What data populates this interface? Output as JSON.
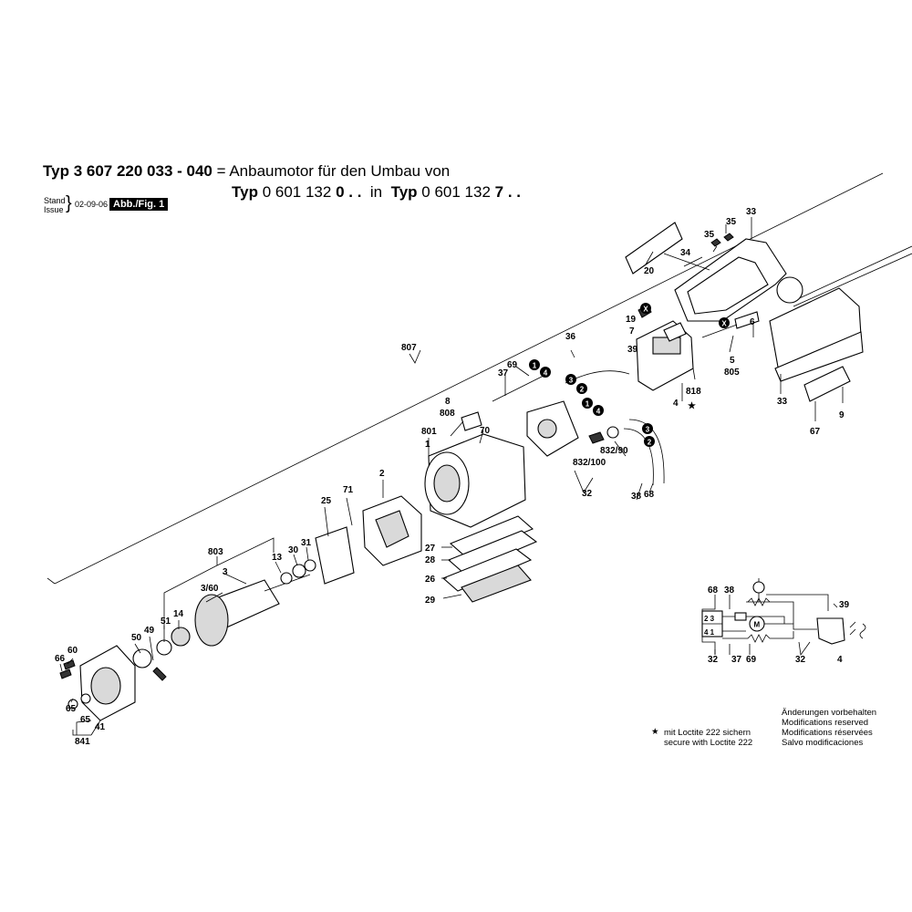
{
  "header": {
    "line1_prefix": "Typ",
    "line1_number": "3 607 220 033 - 040",
    "line1_rest": "= Anbaumotor für den Umbau von",
    "line2_typ_a": "Typ",
    "line2_num_a": "0 601 132",
    "line2_suffix_a": "0 . .",
    "line2_in": "in",
    "line2_typ_b": "Typ",
    "line2_num_b": "0 601 132",
    "line2_suffix_b": "7 . ."
  },
  "meta": {
    "stand_label": "Stand",
    "issue_label": "Issue",
    "date": "02-09-06",
    "figure": "Abb./Fig. 1"
  },
  "parts": {
    "p807": "807",
    "p33a": "33",
    "p35a": "35",
    "p34": "34",
    "p35b": "35",
    "p20": "20",
    "p19": "19",
    "p7": "7",
    "p39": "39",
    "p6": "6",
    "p5": "5",
    "p805": "805",
    "p36": "36",
    "p69": "69",
    "p37": "37",
    "p818": "818",
    "p4": "4",
    "p8": "8",
    "p808": "808",
    "p70": "70",
    "p801": "801",
    "p1": "1",
    "p832_90": "832/90",
    "p832_100": "832/100",
    "p32": "32",
    "p38": "38",
    "p68": "68",
    "p33b": "33",
    "p67": "67",
    "p9": "9",
    "p2": "2",
    "p71": "71",
    "p25": "25",
    "p27": "27",
    "p28": "28",
    "p26": "26",
    "p29": "29",
    "p803": "803",
    "p13": "13",
    "p30": "30",
    "p31": "31",
    "p3": "3",
    "p3_60": "3/60",
    "p51": "51",
    "p14": "14",
    "p50": "50",
    "p49": "49",
    "p66": "66",
    "p60": "60",
    "p65a": "65",
    "p65b": "65",
    "p41": "41",
    "p841": "841"
  },
  "circle_markers": {
    "m1a": "1",
    "m4a": "4",
    "m3a": "3",
    "m2a": "2",
    "m1b": "1",
    "m4b": "4",
    "m3b": "3",
    "m2b": "2",
    "mxa": "X",
    "mxb": "X"
  },
  "schematic": {
    "s68": "68",
    "s38": "38",
    "s39": "39",
    "s32a": "32",
    "s37": "37",
    "s69": "69",
    "s32b": "32",
    "s4": "4",
    "t23": "2 3",
    "t41": "4 1",
    "motor": "M"
  },
  "notes": {
    "star": "★",
    "loctite_de": "mit Loctite 222 sichern",
    "loctite_en": "secure with Loctite 222",
    "mod_de": "Änderungen vorbehalten",
    "mod_en": "Modifications reserved",
    "mod_fr": "Modifications réservées",
    "mod_es": "Salvo modificaciones"
  }
}
